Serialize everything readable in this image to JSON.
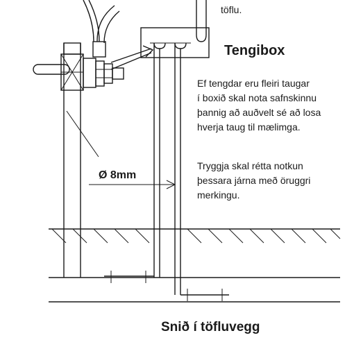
{
  "top_note": "töflu.",
  "heading": "Tengibox",
  "paragraph1": [
    "Ef tengdar eru fleiri taugar",
    "í boxið skal nota safnskinnu",
    "þannig að auðvelt sé að losa",
    "hverja taug til mælimga."
  ],
  "paragraph2": [
    "Tryggja skal rétta notkun",
    "þessara járna með öruggri",
    "merkingu."
  ],
  "dimension_label": "Ø 8mm",
  "caption": "Snið í töfluvegg"
}
